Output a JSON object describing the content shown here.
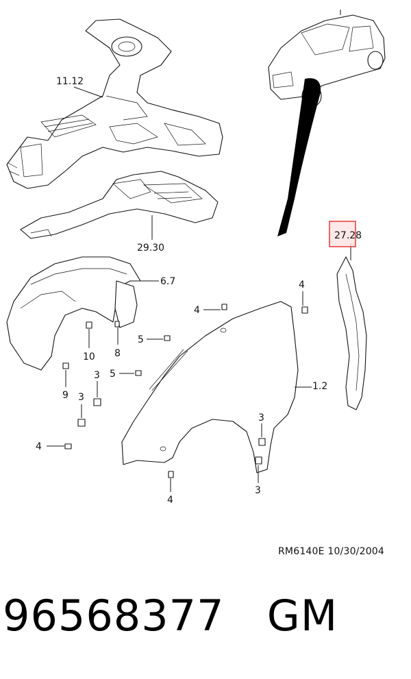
{
  "diagram": {
    "callouts": {
      "upper_rail": "11.12",
      "lower_rail": "29.30",
      "liner": "6.7",
      "fender": "1.2",
      "seal_highlighted": "27.28",
      "bolt_top_right": "4",
      "bolt_top": "4",
      "screw_a": "5",
      "screw_b": "5",
      "clip_3a": "3",
      "clip_3b": "3",
      "clip_3c": "3",
      "clip_3d": "3",
      "bolt_left": "4",
      "bolt_bottom": "4",
      "screw_9": "9",
      "screw_10": "10",
      "screw_8": "8"
    },
    "highlight_color": "#e53935",
    "highlight_fill": "#fde4e4"
  },
  "footer": {
    "reference": "RM6140E  10/30/2004",
    "part_number": "96568377",
    "brand": "GM"
  }
}
